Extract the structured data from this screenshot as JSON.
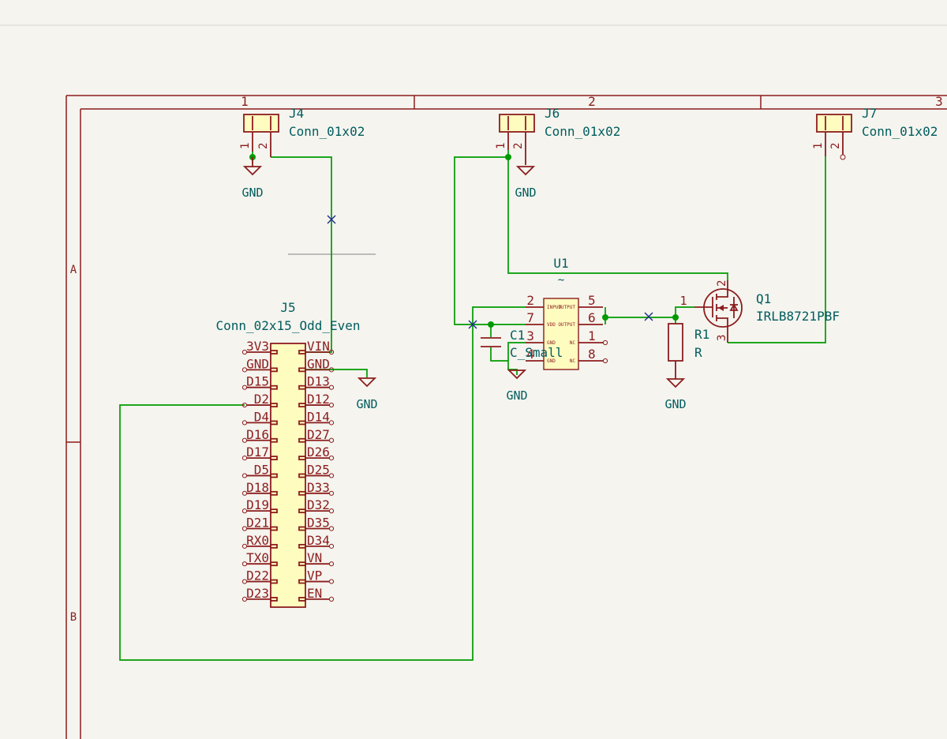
{
  "sheet": {
    "columns": [
      "1",
      "2",
      "3"
    ],
    "rows": [
      "A",
      "B"
    ]
  },
  "components": {
    "J4": {
      "ref": "J4",
      "value": "Conn_01x02",
      "pins": [
        "1",
        "2"
      ]
    },
    "J6": {
      "ref": "J6",
      "value": "Conn_01x02",
      "pins": [
        "1",
        "2"
      ]
    },
    "J7": {
      "ref": "J7",
      "value": "Conn_01x02",
      "pins": [
        "1",
        "2"
      ]
    },
    "J5": {
      "ref": "J5",
      "value": "Conn_02x15_Odd_Even",
      "left_pins": [
        "3V3",
        "GND",
        "D15",
        "D2",
        "D4",
        "D16",
        "D17",
        "D5",
        "D18",
        "D19",
        "D21",
        "RX0",
        "TX0",
        "D22",
        "D23"
      ],
      "right_pins": [
        "VIN",
        "GND",
        "D13",
        "D12",
        "D14",
        "D27",
        "D26",
        "D25",
        "D33",
        "D32",
        "D35",
        "D34",
        "VN",
        "VP",
        "EN"
      ]
    },
    "U1": {
      "ref": "U1",
      "value": "~",
      "left_pin_numbers": [
        "2",
        "7",
        "3",
        "4"
      ],
      "right_pin_numbers": [
        "5",
        "6",
        "1",
        "8"
      ],
      "left_pin_names": [
        "INPUT",
        "VDD",
        "GND",
        "GND"
      ],
      "right_pin_names": [
        "OUTPUT",
        "OUTPUT",
        "NC",
        "NC"
      ]
    },
    "C1": {
      "ref": "C1",
      "value": "C_Small"
    },
    "R1": {
      "ref": "R1",
      "value": "R"
    },
    "Q1": {
      "ref": "Q1",
      "value": "IRLB8721PBF",
      "pins": [
        "1",
        "2",
        "3"
      ]
    }
  },
  "power": {
    "gnd_label": "GND"
  }
}
